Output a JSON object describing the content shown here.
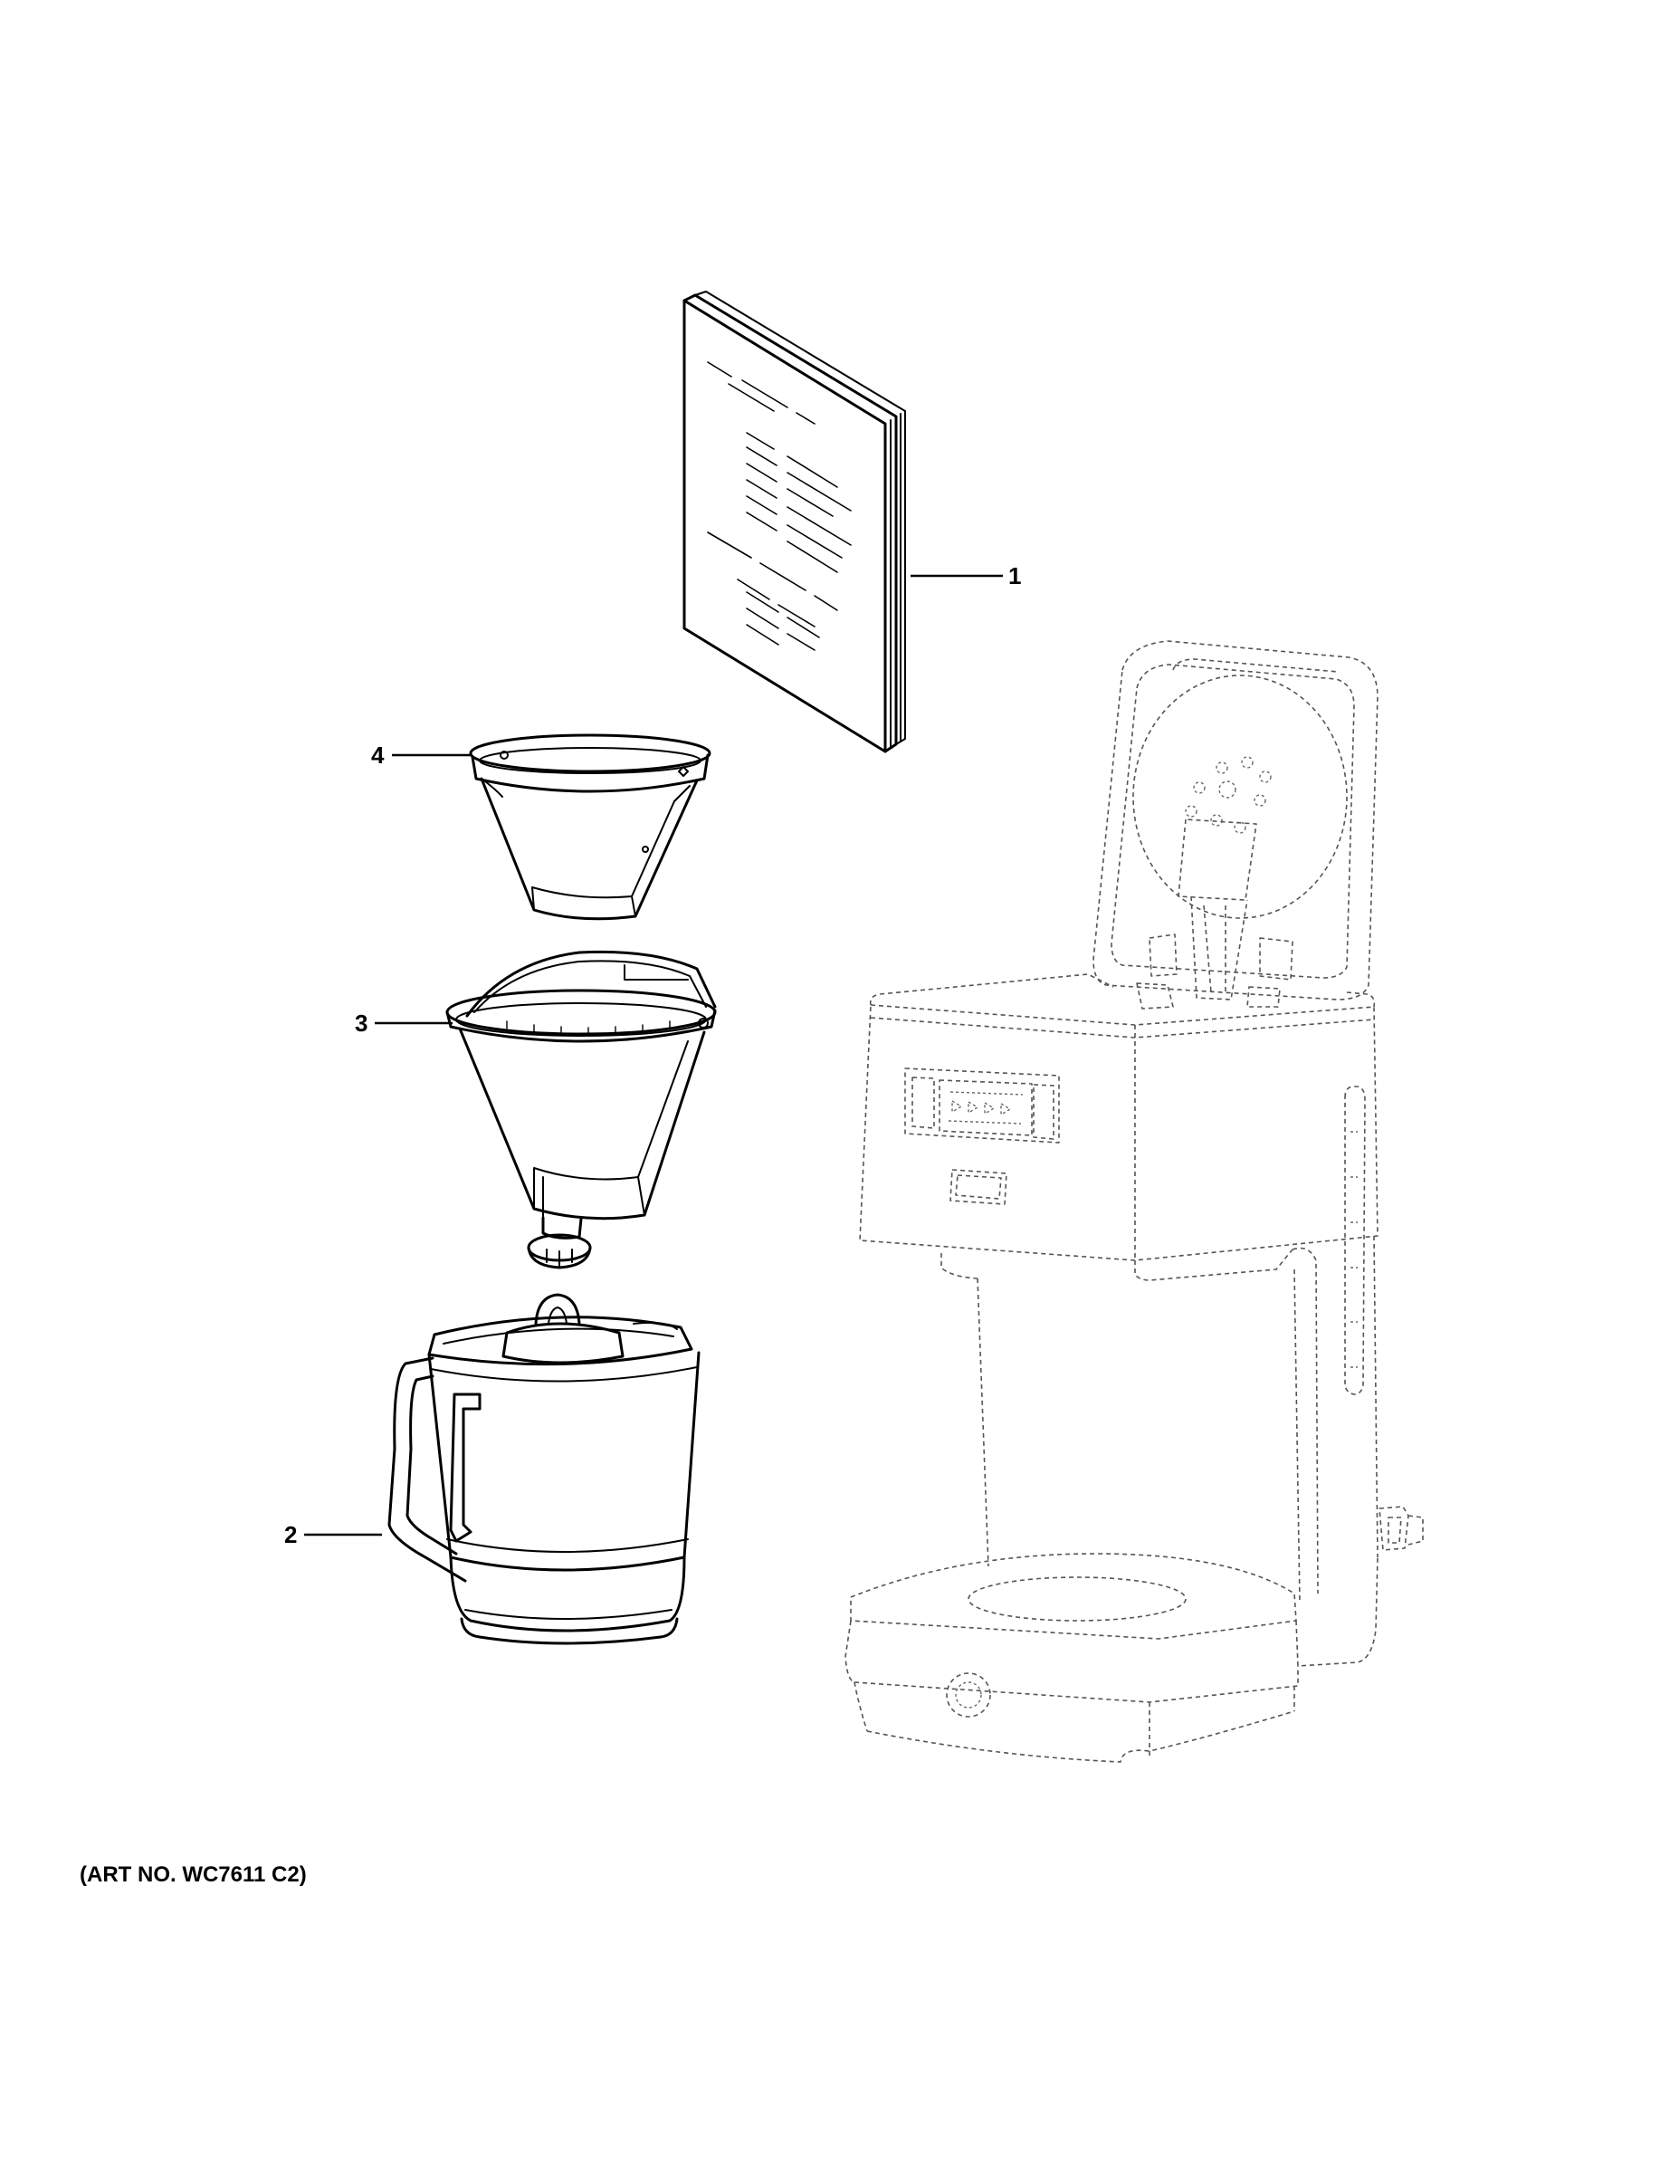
{
  "callouts": [
    {
      "id": "1",
      "label": "1"
    },
    {
      "id": "2",
      "label": "2"
    },
    {
      "id": "3",
      "label": "3"
    },
    {
      "id": "4",
      "label": "4"
    }
  ],
  "art_number": "(ART NO. WC7611 C2)"
}
